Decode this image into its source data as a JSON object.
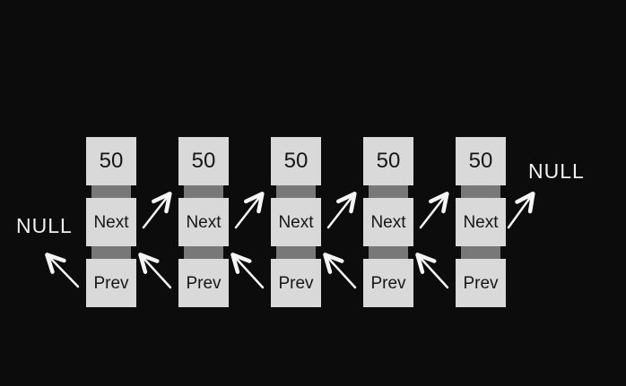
{
  "diagram": {
    "kind": "doubly-linked-list",
    "null_left_label": "NULL",
    "null_right_label": "NULL",
    "nodes": [
      {
        "value": "50",
        "next_label": "Next",
        "prev_label": "Prev"
      },
      {
        "value": "50",
        "next_label": "Next",
        "prev_label": "Prev"
      },
      {
        "value": "50",
        "next_label": "Next",
        "prev_label": "Prev"
      },
      {
        "value": "50",
        "next_label": "Next",
        "prev_label": "Prev"
      },
      {
        "value": "50",
        "next_label": "Next",
        "prev_label": "Prev"
      }
    ]
  },
  "colors": {
    "background": "#0c0c0c",
    "node_box": "#d9d9d9",
    "pointer_connector": "#787878",
    "node_text": "#161616",
    "arrow": "#f5f5f5",
    "null_text": "#f0f0f0"
  }
}
